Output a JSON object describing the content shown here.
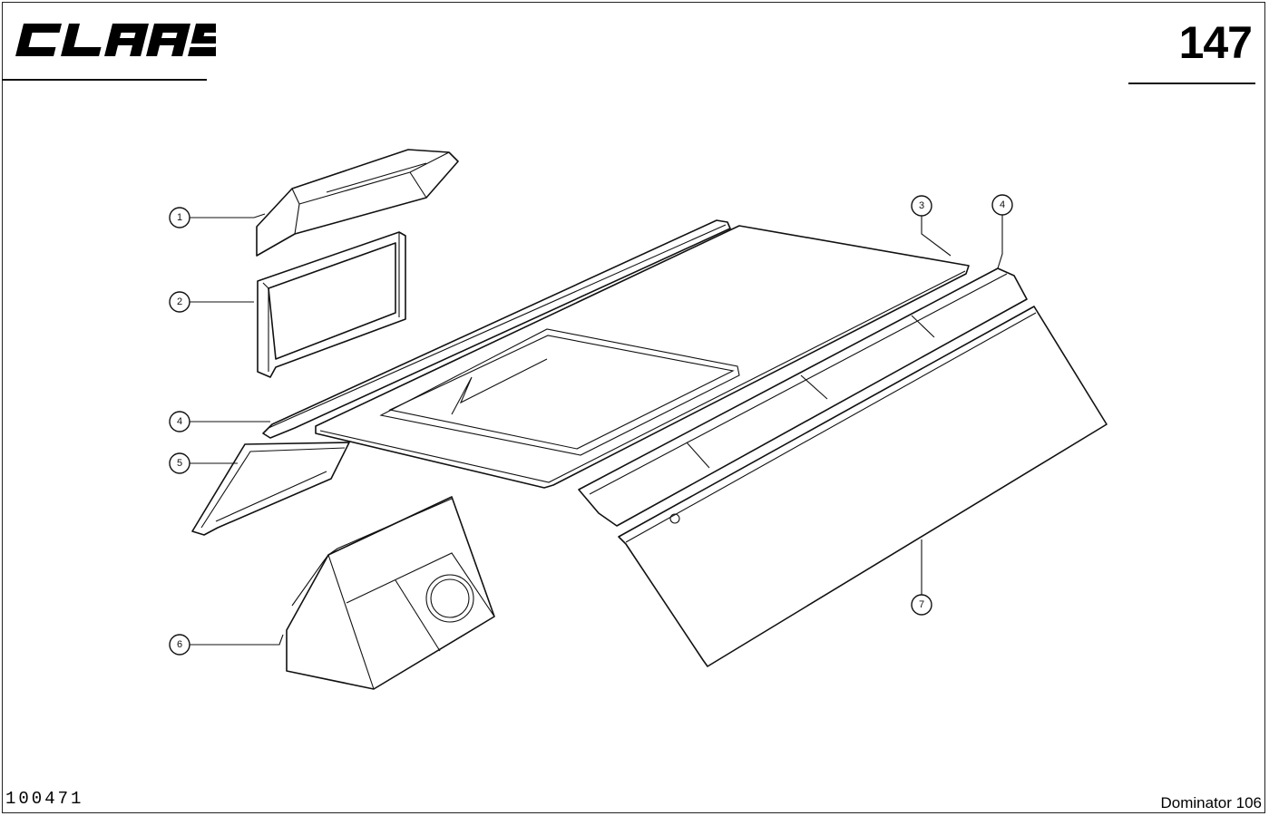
{
  "header": {
    "brand": "CLAAS",
    "page_number": "147"
  },
  "footer": {
    "document_number": "100471",
    "model": "Dominator 106"
  },
  "callouts": [
    "1",
    "2",
    "3",
    "4",
    "4",
    "5",
    "6",
    "7"
  ]
}
